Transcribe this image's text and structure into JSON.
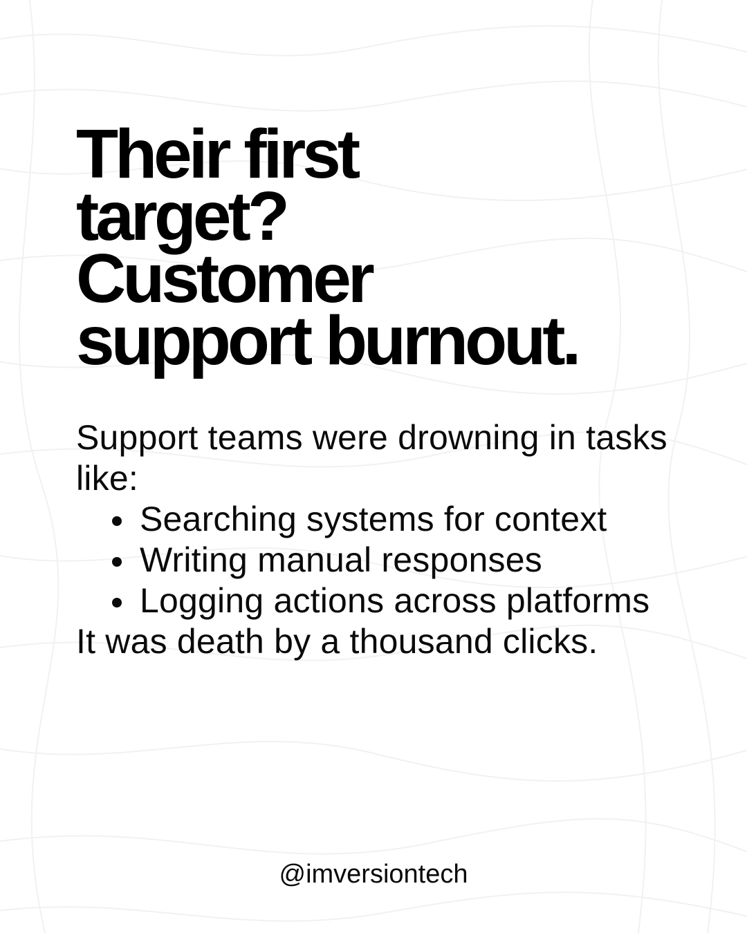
{
  "colors": {
    "background": "#ffffff",
    "text": "#0a0a0a",
    "background_lines": "#eef3f0"
  },
  "headline": {
    "lines": [
      "Their first",
      "target?",
      "Customer",
      "support burnout."
    ]
  },
  "body": {
    "intro": "Support teams were drowning in tasks like:",
    "tasks": [
      "Searching systems for context",
      "Writing manual responses",
      "Logging actions across platforms"
    ],
    "conclusion": "It was death by a thousand clicks."
  },
  "footer": {
    "handle": "@imversiontech"
  }
}
